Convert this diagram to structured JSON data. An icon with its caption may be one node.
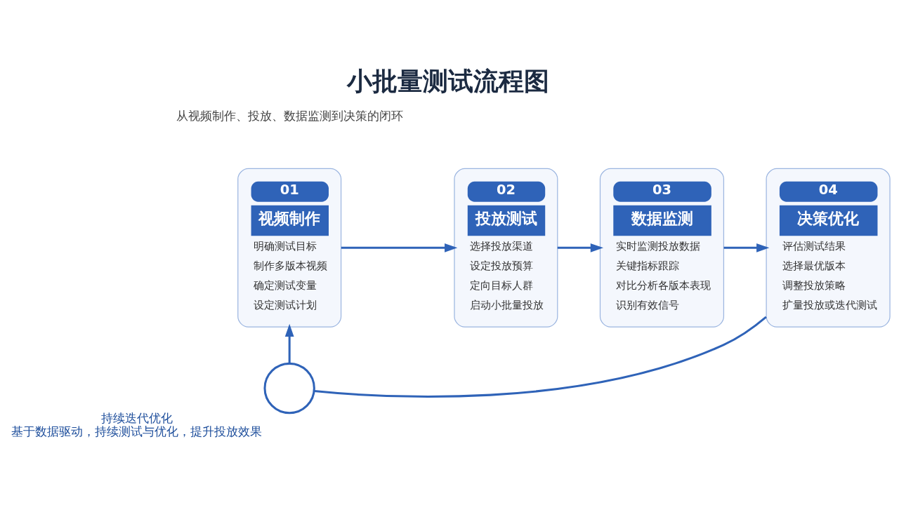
{
  "diagram": {
    "title": "小批量测试流程图",
    "nodes": [
      {
        "text": [
          "01",
          "视频制作",
          "明确测试目标",
          "制作多版本视频",
          "确定测试变量",
          "设定测试计划"
        ]
      },
      {
        "text": [
          "02",
          "投放测试",
          "选择投放渠道",
          "设定投放预算",
          "定向目标人群",
          "启动小批量投放"
        ]
      },
      {
        "text": [
          "03",
          "数据监测",
          "实时监测投放数据",
          "关键指标跟踪",
          "对比分析各版本表现",
          "识别有效信号"
        ]
      },
      {
        "text": [
          "04",
          "决策优化",
          "评估测试结果",
          "选择最优版本",
          "调整投放策略",
          "扩量投放或迭代测试"
        ]
      },
      {
        "text": [],
        "shape": "circle",
        "beside": [
          "持续迭代优化",
          "基于数据驱动，持续测试与优化，提升投放效果"
        ]
      }
    ],
    "edges": [
      {
        "from": 0,
        "to": 1,
        "arrow": "to"
      },
      {
        "from": 1,
        "to": 2,
        "arrow": "to"
      },
      {
        "from": 2,
        "to": 3,
        "arrow": "to"
      },
      {
        "from": 3,
        "to": 4,
        "arrow": "none"
      },
      {
        "from": 4,
        "to": 0,
        "arrow": "to"
      }
    ],
    "labels": [
      "从视频制作、投放、数据监测到决策的闭环"
    ]
  }
}
